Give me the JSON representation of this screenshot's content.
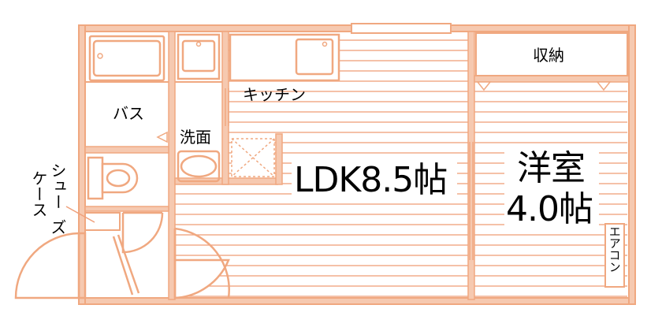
{
  "rooms": {
    "ldk": {
      "name": "LDK8.5帖"
    },
    "western": {
      "line1": "洋室",
      "line2": "4.0帖"
    },
    "storage": {
      "name": "収納"
    },
    "bath": {
      "name": "バス"
    },
    "kitchen": {
      "name": "キッチン"
    },
    "washroom": {
      "name": "洗面"
    },
    "shoe_case": {
      "line1": "シュー",
      "line2": "ズ",
      "line3": "ケース"
    },
    "aircon": {
      "name": "エアコン"
    }
  },
  "colors": {
    "wall": "#f0a880",
    "wall_fill": "#f6c9b0",
    "line": "#f0a07a"
  }
}
